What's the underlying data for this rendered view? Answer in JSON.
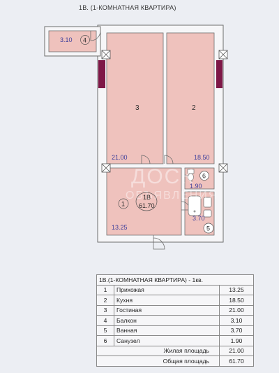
{
  "header": {
    "title": "1В.  (1-КОМНАТНАЯ КВАРТИРА)"
  },
  "plan": {
    "rooms": [
      {
        "number": "1",
        "area": "13.25"
      },
      {
        "number": "2",
        "area": "18.50"
      },
      {
        "number": "3",
        "area": "21.00"
      },
      {
        "number": "4",
        "area": "3.10"
      },
      {
        "number": "5",
        "area": "3.70"
      },
      {
        "number": "6",
        "area": "1.90"
      }
    ],
    "unit_label": "1В",
    "unit_area": "61.70",
    "watermark_line1": "ДОСК",
    "watermark_line2": "ОБЪЯВЛЕНИЯ"
  },
  "table": {
    "header": "1В.(1-КОМНАТНАЯ КВАРТИРА) - 1кв.",
    "rows": [
      {
        "no": "1",
        "name": "Прихожая",
        "area": "13.25"
      },
      {
        "no": "2",
        "name": "Кухня",
        "area": "18.50"
      },
      {
        "no": "3",
        "name": "Гостиная",
        "area": "21.00"
      },
      {
        "no": "4",
        "name": "Балкон",
        "area": "3.10"
      },
      {
        "no": "5",
        "name": "Ванная",
        "area": "3.70"
      },
      {
        "no": "6",
        "name": "Санузел",
        "area": "1.90"
      }
    ],
    "living_label": "Жилая площадь",
    "living_area": "21.00",
    "total_label": "Общая площадь",
    "total_area": "61.70"
  },
  "colors": {
    "room_fill": "#efc2bd",
    "wall": "#f6f6f8",
    "outline": "#6d6d6d",
    "window": "#7e1747",
    "area_text": "#3d3f9c"
  }
}
